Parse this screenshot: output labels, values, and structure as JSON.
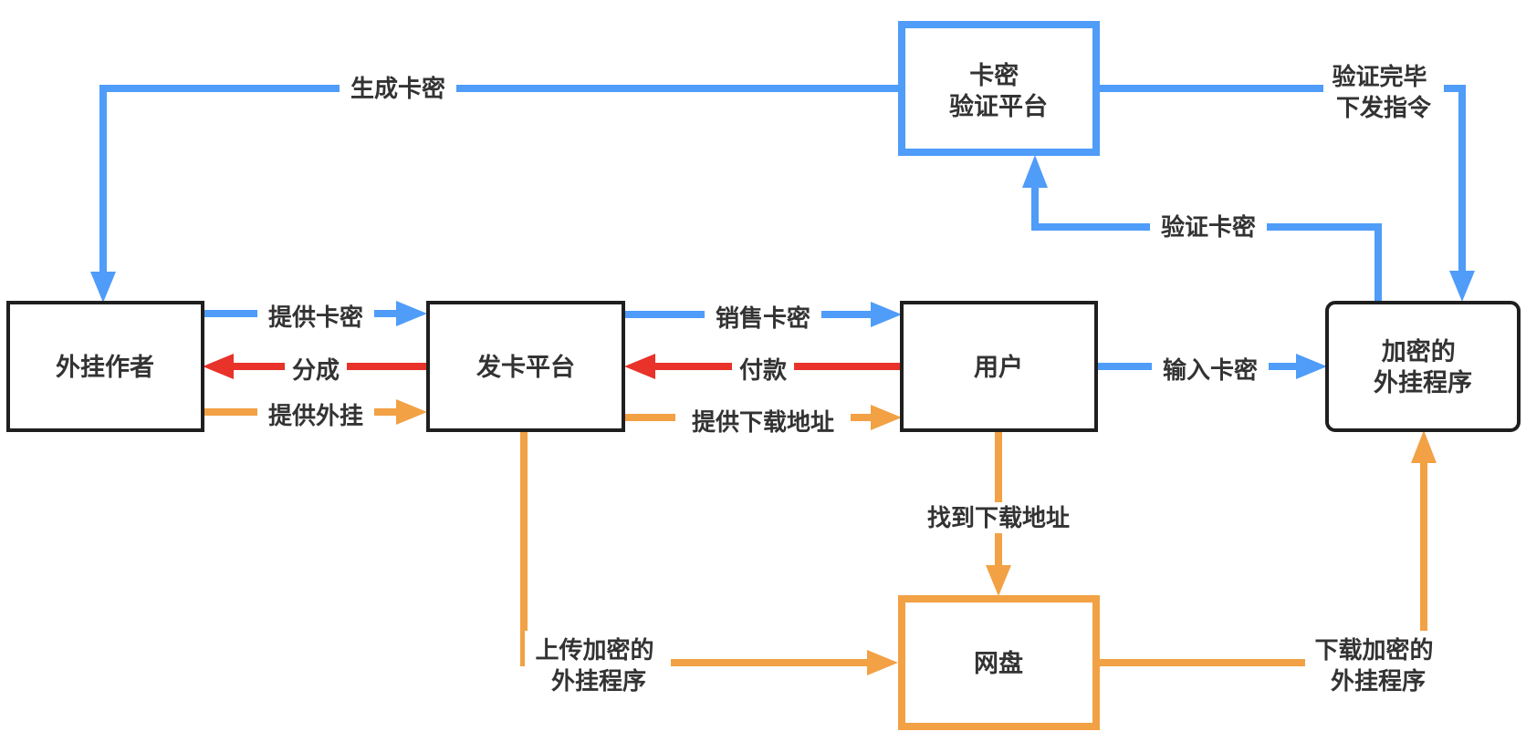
{
  "colors": {
    "blue": "#4f9cf9",
    "red": "#e8322a",
    "orange": "#f2a145",
    "black": "#1f1f1f",
    "text": "#333333"
  },
  "nodes": {
    "author": {
      "lines": [
        "外挂作者"
      ]
    },
    "card_platform": {
      "lines": [
        "发卡平台"
      ]
    },
    "user": {
      "lines": [
        "用户"
      ]
    },
    "verify_platform": {
      "lines": [
        "卡密",
        "验证平台"
      ]
    },
    "encrypted_program": {
      "lines": [
        "加密的",
        "外挂程序"
      ]
    },
    "netdisk": {
      "lines": [
        "网盘"
      ]
    }
  },
  "edges": {
    "generate_keys": {
      "lines": [
        "生成卡密"
      ]
    },
    "verify_done": {
      "lines": [
        "验证完毕",
        "下发指令"
      ]
    },
    "verify_key": {
      "lines": [
        "验证卡密"
      ]
    },
    "provide_key": {
      "lines": [
        "提供卡密"
      ]
    },
    "revenue_share": {
      "lines": [
        "分成"
      ]
    },
    "provide_hack": {
      "lines": [
        "提供外挂"
      ]
    },
    "sell_key": {
      "lines": [
        "销售卡密"
      ]
    },
    "payment": {
      "lines": [
        "付款"
      ]
    },
    "provide_download": {
      "lines": [
        "提供下载地址"
      ]
    },
    "enter_key": {
      "lines": [
        "输入卡密"
      ]
    },
    "find_download": {
      "lines": [
        "找到下载地址"
      ]
    },
    "upload_program": {
      "lines": [
        "上传加密的",
        "外挂程序"
      ]
    },
    "download_program": {
      "lines": [
        "下载加密的",
        "外挂程序"
      ]
    }
  }
}
